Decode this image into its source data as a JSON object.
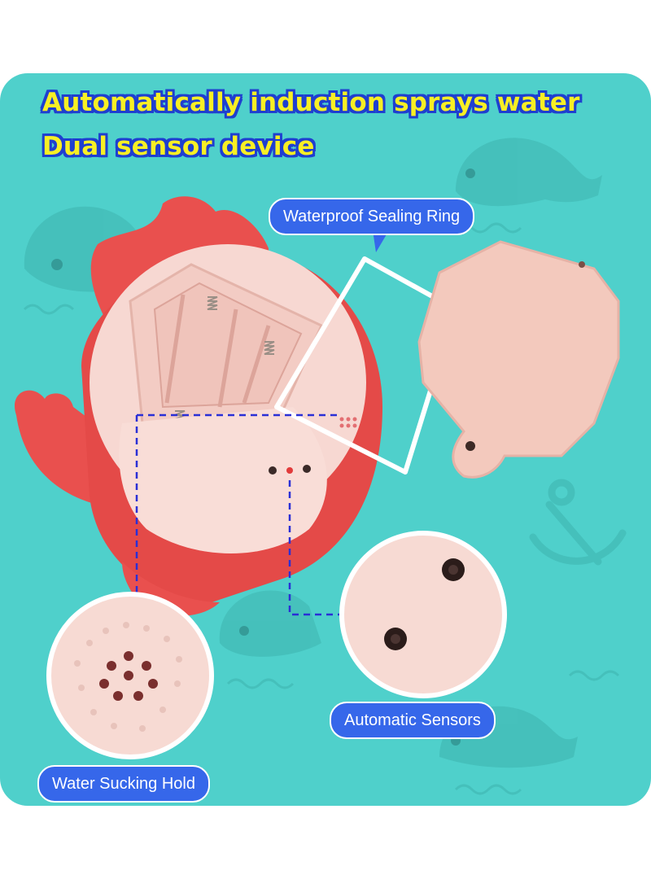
{
  "headlines": {
    "line1": "Automatically induction sprays water",
    "line2": "Dual sensor device"
  },
  "callouts": {
    "sealing_ring": "Waterproof Sealing Ring",
    "sensors": "Automatic Sensors",
    "sucking_hold": "Water Sucking Hold"
  },
  "colors": {
    "background_teal": "#4fd0cb",
    "headline_yellow": "#f8ef24",
    "headline_outline": "#1f3fd0",
    "callout_blue": "#3667ea",
    "crab_red": "#e9504e",
    "body_pink": "#f7d8d2",
    "lid_pink": "#f3c9bd",
    "guide_line_blue": "#2a2fd6"
  },
  "icons": [
    "whale-icon",
    "anchor-icon",
    "crab-toy"
  ]
}
